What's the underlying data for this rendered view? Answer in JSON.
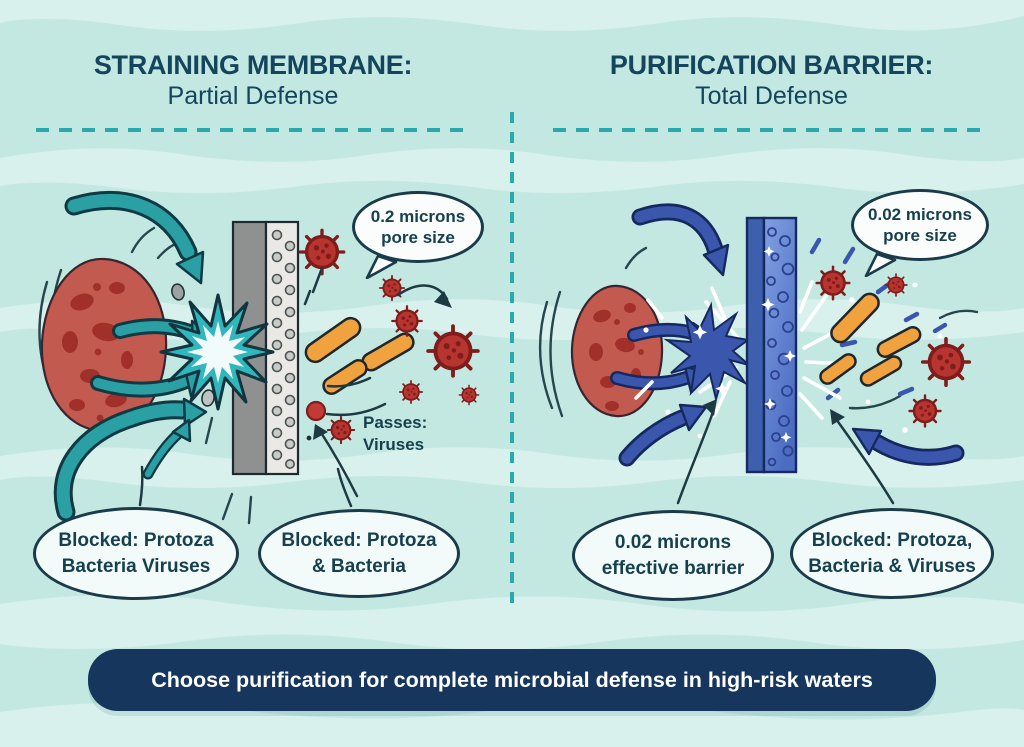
{
  "infographic": {
    "left_panel": {
      "title": "STRAINING MEMBRANE:",
      "subtitle": "Partial Defense",
      "pore_bubble": {
        "line1": "0.2 microns",
        "line2": "pore size"
      },
      "passes_label": {
        "line1": "Passes:",
        "line2": "Viruses"
      },
      "blocked_oval_1": {
        "line1": "Blocked: Protoza",
        "line2": "Bacteria Viruses"
      },
      "blocked_oval_2": {
        "line1": "Blocked: Protoza",
        "line2": "& Bacteria"
      }
    },
    "right_panel": {
      "title": "PURIFICATION BARRIER:",
      "subtitle": "Total Defense",
      "pore_bubble": {
        "line1": "0.02 microns",
        "line2": "pore size"
      },
      "barrier_oval": {
        "line1": "0.02 microns",
        "line2": "effective barrier"
      },
      "blocked_oval": {
        "line1": "Blocked: Protoza,",
        "line2": "Bacteria & Viruses"
      }
    },
    "banner": "Choose purification for complete microbial defense in high-risk waters",
    "icons": {
      "protozoa": "protozoa-blob-icon",
      "bacteria": "bacteria-rod-icon",
      "virus": "virus-icon",
      "straining_membrane": "straining-membrane-icon",
      "purification_barrier": "purification-barrier-icon",
      "teal_flow_arrow": "teal-flow-arrow-icon",
      "blue_flow_arrow": "blue-flow-arrow-icon",
      "burst": "impact-burst-icon"
    },
    "colors": {
      "background": "#c3e8e2",
      "wave_stripe": "#d9f1ed",
      "title_navy": "#14455c",
      "teal_arrow": "#2aa0a5",
      "blue_arrow": "#3b57ad",
      "membrane_gray": "#8f9191",
      "membrane_blue": "#3d5fae",
      "bacteria_orange": "#f0a23e",
      "virus_red": "#b8352f",
      "protozoa_red": "#c25a4f",
      "banner_bg": "#16365e",
      "banner_text": "#ffffff",
      "dashed_divider": "#2aa9ad"
    }
  }
}
